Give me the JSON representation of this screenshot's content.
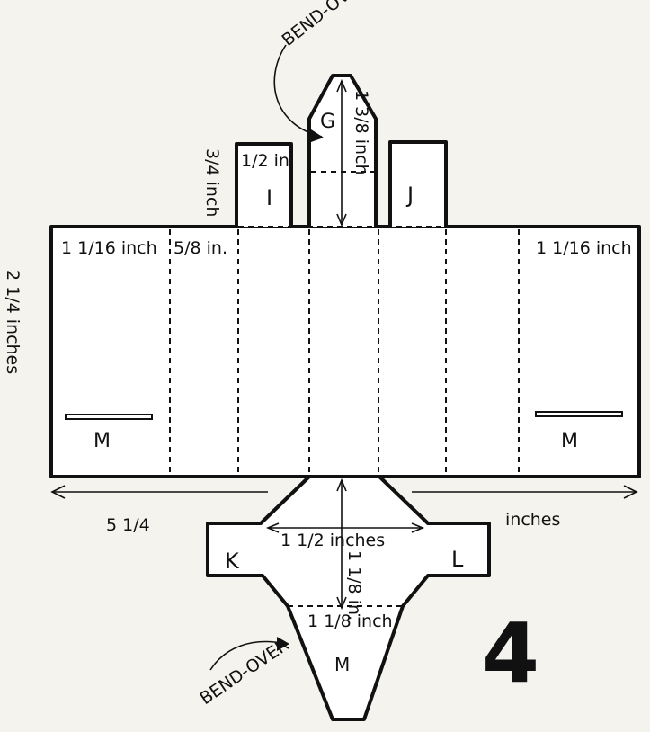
{
  "figure_number": "4",
  "parts": {
    "g": "G",
    "i": "I",
    "j": "J",
    "k": "K",
    "l": "L",
    "m_left": "M",
    "m_right": "M",
    "m_bottom": "M"
  },
  "instructions": {
    "bend_top": "BEND-OVER",
    "bend_bottom": "BEND-OVER"
  },
  "dimensions": {
    "tab_height": "3/4 inch",
    "tab_width": "1/2 in.",
    "g_height": "1 3/8 inch",
    "panel_left_width": "1 1/16 inch",
    "panel_second_width": "5/8 in.",
    "panel_right_width": "1 1/16 inch",
    "total_height": "2 1/4 inches",
    "total_width_num": "5 1/4",
    "total_width_unit": "inches",
    "kl_width": "1 1/2 inches",
    "kl_height": "1 1/8 in.",
    "m_top_width": "1 1/8 inch"
  }
}
